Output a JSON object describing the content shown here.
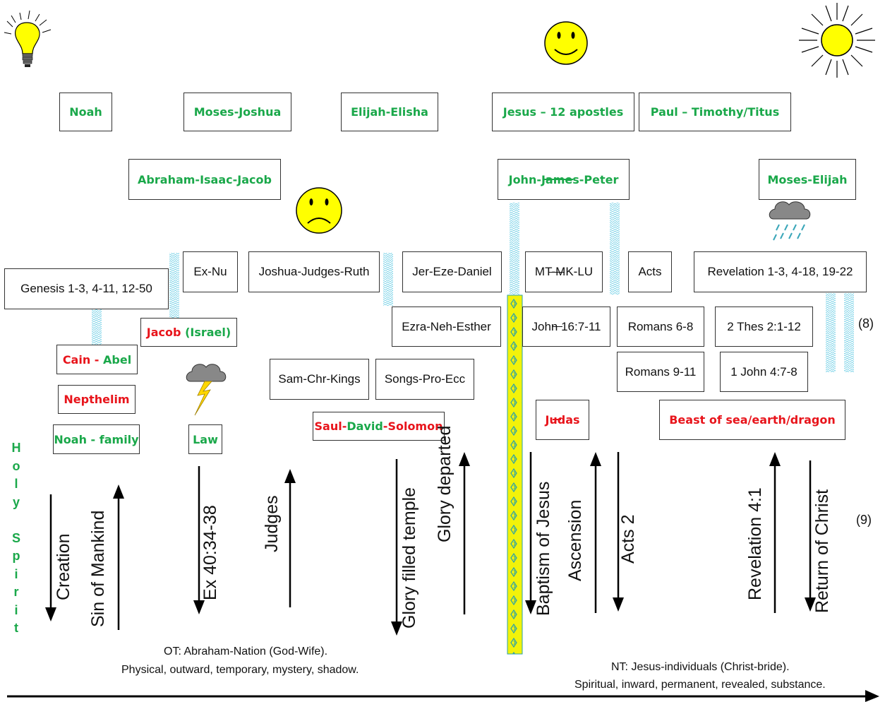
{
  "top_row": [
    "Noah",
    "Moses-Joshua",
    "Elijah-Elisha",
    "Jesus – 12 apostles",
    "Paul – Timothy/Titus"
  ],
  "second_row": [
    "Abraham-Isaac-Jacob",
    "John-James-Peter",
    "Moses-Elijah"
  ],
  "books": {
    "genesis": "Genesis 1-3, 4-11, 12-50",
    "exnu": "Ex-Nu",
    "joshua": "Joshua-Judges-Ruth",
    "jer": "Jer-Eze-Daniel",
    "mtmklu": "MT-MK-LU",
    "acts": "Acts",
    "revelation": "Revelation 1-3, 4-18, 19-22",
    "ezra": "Ezra-Neh-Esther",
    "john": "John 16:7-11",
    "romans68": "Romans 6-8",
    "thes": "2 Thes 2:1-12",
    "samchr": "Sam-Chr-Kings",
    "songs": "Songs-Pro-Ecc",
    "romans911": "Romans 9-11",
    "john1": "1 John 4:7-8"
  },
  "people": {
    "cain": "Cain",
    "abel": "Abel",
    "nepthelim": "Nepthelim",
    "noah_family": "Noah - family",
    "jacob": "Jacob",
    "israel": "(Israel)",
    "law": "Law",
    "saul": "Saul",
    "david": "David",
    "solomon": "Solomon",
    "judas": "Judas",
    "beast": "Beast of sea/earth/dragon"
  },
  "events": {
    "creation": "Creation",
    "sin": "Sin of Mankind",
    "ex40": "Ex 40:34-38",
    "judges": "Judges",
    "glory_filled": "Glory filled temple",
    "glory_departed": "Glory departed",
    "baptism": "Baptism of Jesus",
    "ascension": "Ascension",
    "acts2": "Acts 2",
    "rev41": "Revelation 4:1",
    "return": "Return of Christ"
  },
  "holy_spirit": [
    "H",
    "o",
    "l",
    "y",
    "",
    "S",
    "p",
    "i",
    "r",
    "i",
    "t"
  ],
  "notes": {
    "n8": "(8)",
    "n9": "(9)",
    "ot_line1": "OT: Abraham-Nation (God-Wife).",
    "ot_line2": "Physical, outward, temporary, mystery, shadow.",
    "nt_line1": "NT: Jesus-individuals (Christ-bride).",
    "nt_line2": "Spiritual, inward, permanent, revealed, substance."
  },
  "icons": [
    "light-bulb-icon",
    "smiley-face-icon",
    "sun-icon",
    "sad-face-icon",
    "thunder-cloud-icon",
    "rain-cloud-icon"
  ],
  "colors": {
    "green": "#1aa84a",
    "red": "#e8141b",
    "face_yellow": "#ffff00",
    "zigzag": "#7fd4e8"
  }
}
